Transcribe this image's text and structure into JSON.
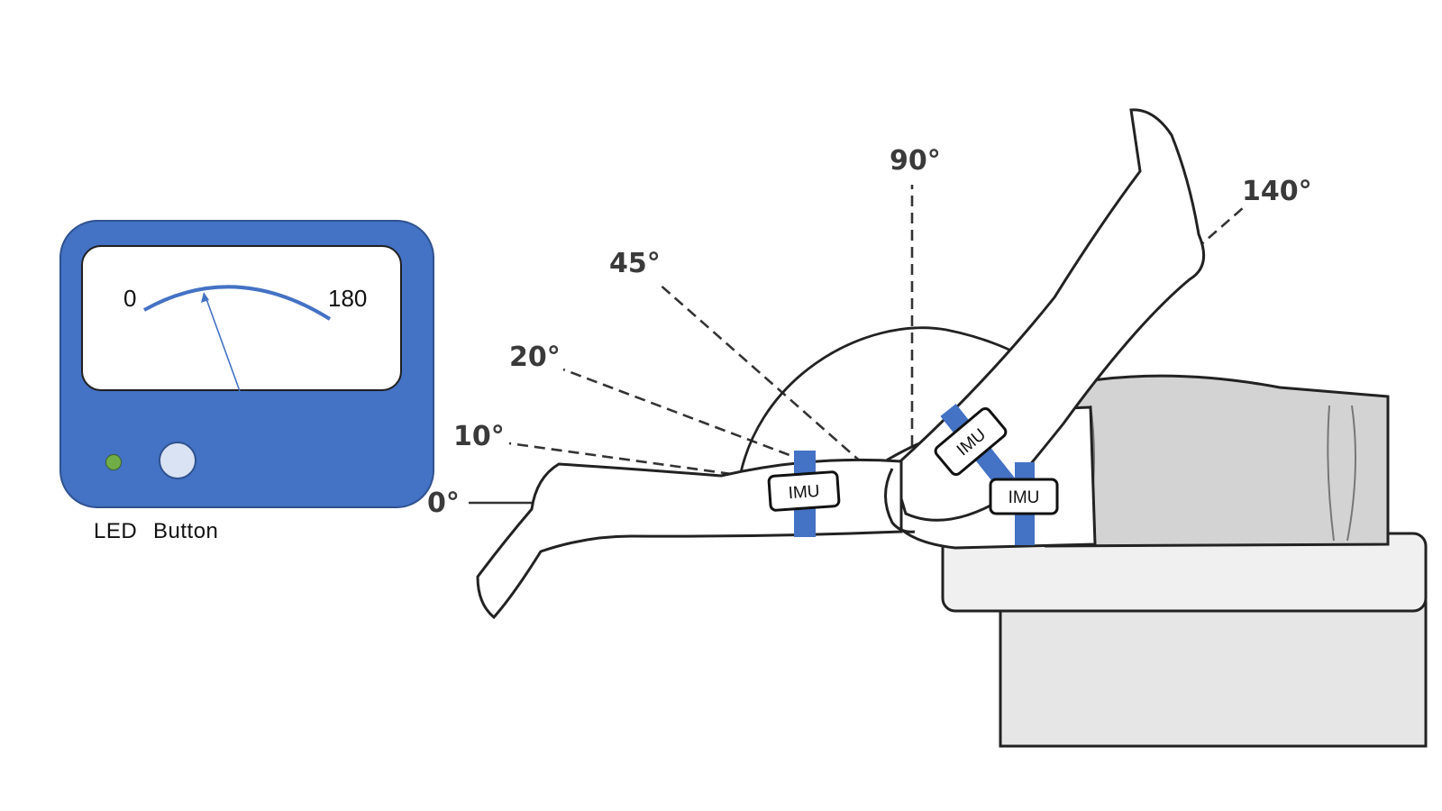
{
  "device": {
    "scale_min": "0",
    "scale_max": "180",
    "led_label": "LED",
    "button_label": "Button",
    "colors": {
      "body": "#4472c4",
      "led": "#70ad47",
      "button": "#dae3f3"
    }
  },
  "angles": [
    "0°",
    "10°",
    "20°",
    "45°",
    "90°",
    "140°"
  ],
  "sensors": [
    "IMU",
    "IMU",
    "IMU"
  ]
}
